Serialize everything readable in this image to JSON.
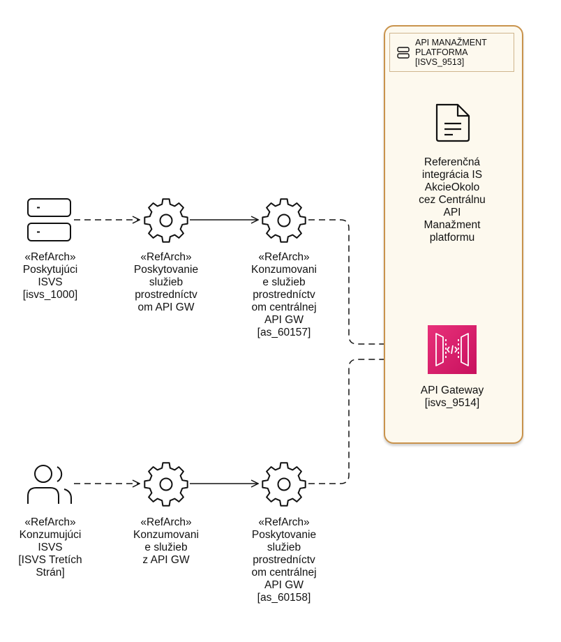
{
  "platform": {
    "title_lines": [
      "API MANAŽMENT",
      "PLATFORMA",
      "[ISVS_9513]"
    ],
    "note_lines": [
      "Referenčná",
      "integrácia IS",
      "AkcieOkolo",
      "cez Centrálnu",
      "API",
      "Manažment",
      "platformu"
    ],
    "gateway": {
      "lines": [
        "API Gateway",
        "[isvs_9514]"
      ]
    }
  },
  "nodes": [
    {
      "id": "provider-isvs",
      "icon": "server-stack-icon",
      "lines": [
        "«RefArch»",
        "Poskytujúci",
        "ISVS",
        "[isvs_1000]"
      ]
    },
    {
      "id": "provide-services-api-gw",
      "icon": "gear-icon",
      "lines": [
        "«RefArch»",
        "Poskytovanie",
        "služieb",
        "prostredníctv",
        "om API GW"
      ]
    },
    {
      "id": "consume-services-central-gw",
      "icon": "gear-icon",
      "lines": [
        "«RefArch»",
        "Konzumovani",
        "e služieb",
        "prostredníctv",
        "om centrálnej",
        "API GW",
        "[as_60157]"
      ]
    },
    {
      "id": "consumer-isvs",
      "icon": "users-icon",
      "lines": [
        "«RefArch»",
        "Konzumujúci",
        "ISVS",
        "[ISVS Tretích",
        "Strán]"
      ]
    },
    {
      "id": "consume-services-api-gw",
      "icon": "gear-icon",
      "lines": [
        "«RefArch»",
        "Konzumovani",
        "e služieb",
        "z API GW"
      ]
    },
    {
      "id": "provide-services-central-gw",
      "icon": "gear-icon",
      "lines": [
        "«RefArch»",
        "Poskytovanie",
        "služieb",
        "prostredníctv",
        "om centrálnej",
        "API GW",
        "[as_60158]"
      ]
    }
  ],
  "colors": {
    "platform_border": "#c9934c",
    "platform_fill": "#fdf9ee",
    "gateway": "#d6206e",
    "line": "#111111"
  }
}
